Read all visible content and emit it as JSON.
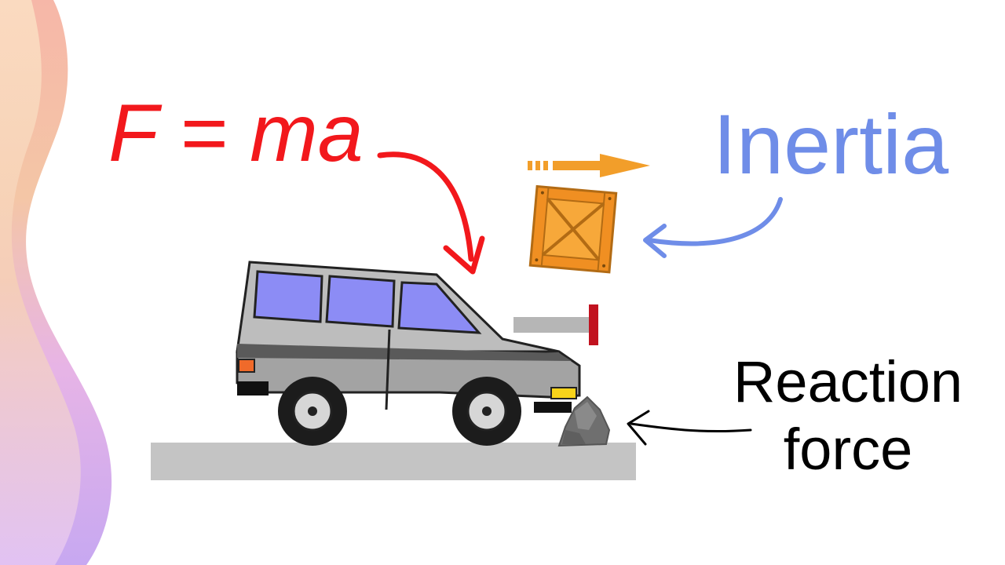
{
  "labels": {
    "formula": "F = ma",
    "inertia": "Inertia",
    "reaction_line1": "Reaction",
    "reaction_line2": "force"
  },
  "colors": {
    "formula": "#f2181c",
    "inertia": "#6f8de8",
    "reaction": "#000000",
    "crate": "#f7a83a",
    "car_body": "#a9a9a9",
    "windows": "#8c8cf5",
    "ground": "#c4c4c4",
    "wall_post": "#c1121f"
  },
  "icons": {
    "car": "suv-icon",
    "crate": "wooden-crate-icon",
    "rock": "rock-icon",
    "motion": "motion-arrow-icon"
  }
}
